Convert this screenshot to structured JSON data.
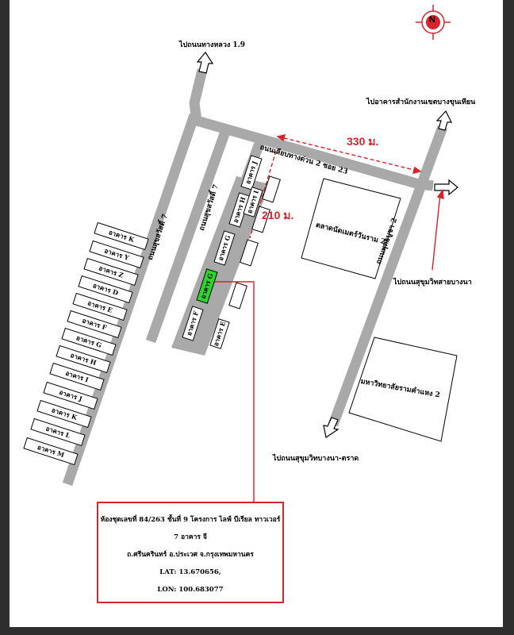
{
  "compass": {
    "letter": "N"
  },
  "destinations": {
    "north_road": "ไปถนนทางหลวง 1.9",
    "northeast": "ไปอาคารสำนักงานเขตบางขุนเทียน",
    "east": "ไปถนนสุขุมวิทสายบางนา",
    "south": "ไปถนนสุขุมวิทบางนา-ตราด"
  },
  "roads": {
    "main_road": "ถนนเลียบทางด่วน 2 ซอย 23",
    "east_road": "ถนนพุทธบูชา 2",
    "west_road": "ถนนสุขสวัสดิ์ 7",
    "middle_road": "ถนนสุขสวัสดิ์ 7"
  },
  "distances": {
    "horizontal": "330 ม.",
    "vertical": "210 ม."
  },
  "places": {
    "market": "ตลาดนัดเมตร์วันราม 2",
    "school": "มหาวิทยาลัยรามคำแหง 2"
  },
  "buildings_left": [
    "อาคาร K",
    "อาคาร Y",
    "อาคาร Z",
    "อาคาร D",
    "อาคาร E",
    "อาคาร F",
    "อาคาร G",
    "อาคาร H",
    "อาคาร I",
    "อาคาร J",
    "อาคาร K",
    "อาคาร L",
    "อาคาร M"
  ],
  "buildings_center": {
    "west_col": [
      "อาคาร J",
      "อาคาร H",
      "อาคาร G",
      "อาคาร F"
    ],
    "east_col": [
      "อาคาร I",
      "อาคาร E"
    ],
    "highlight": "อาคาร G"
  },
  "info": {
    "line1": "ห้องชุดเลขที่ 84/263 ชั้นที่ 9 โครงการ ไลฟ์ บีเรียล ทาวเวอร์ 7 อาคาร จี",
    "line2": "ถ.ศรีนครินทร์ อ.ประเวศ จ.กรุงเทพมหานคร",
    "lat": "LAT: 13.670656,",
    "lon": "LON: 100.683077"
  },
  "colors": {
    "road": "#a9a9a9",
    "accent_red": "#d8232a",
    "highlight": "#2fd52f",
    "background": "#ffffff",
    "frame": "#2e2e2e"
  }
}
